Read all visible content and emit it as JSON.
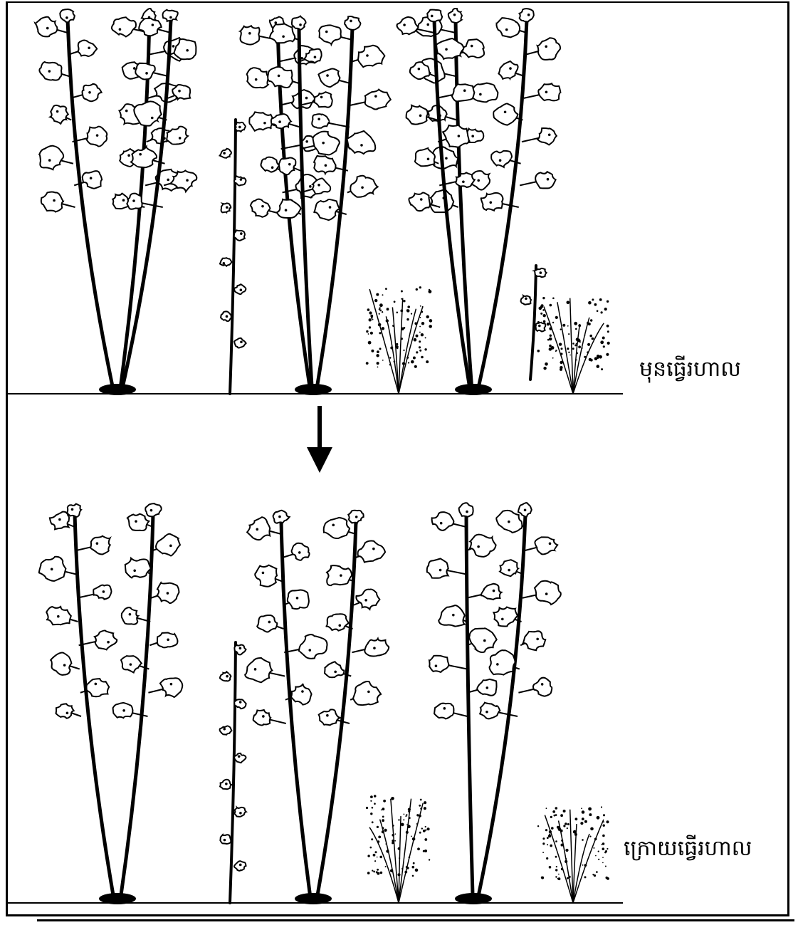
{
  "diagram": {
    "panels": [
      {
        "id": "before",
        "label": "មុនធ្វើរហាល"
      },
      {
        "id": "after",
        "label": "ក្រោយធ្វើរហាល"
      }
    ],
    "arrow": {
      "from": "before",
      "to": "after"
    },
    "colors": {
      "ink": "#000000",
      "paper": "#ffffff"
    }
  }
}
